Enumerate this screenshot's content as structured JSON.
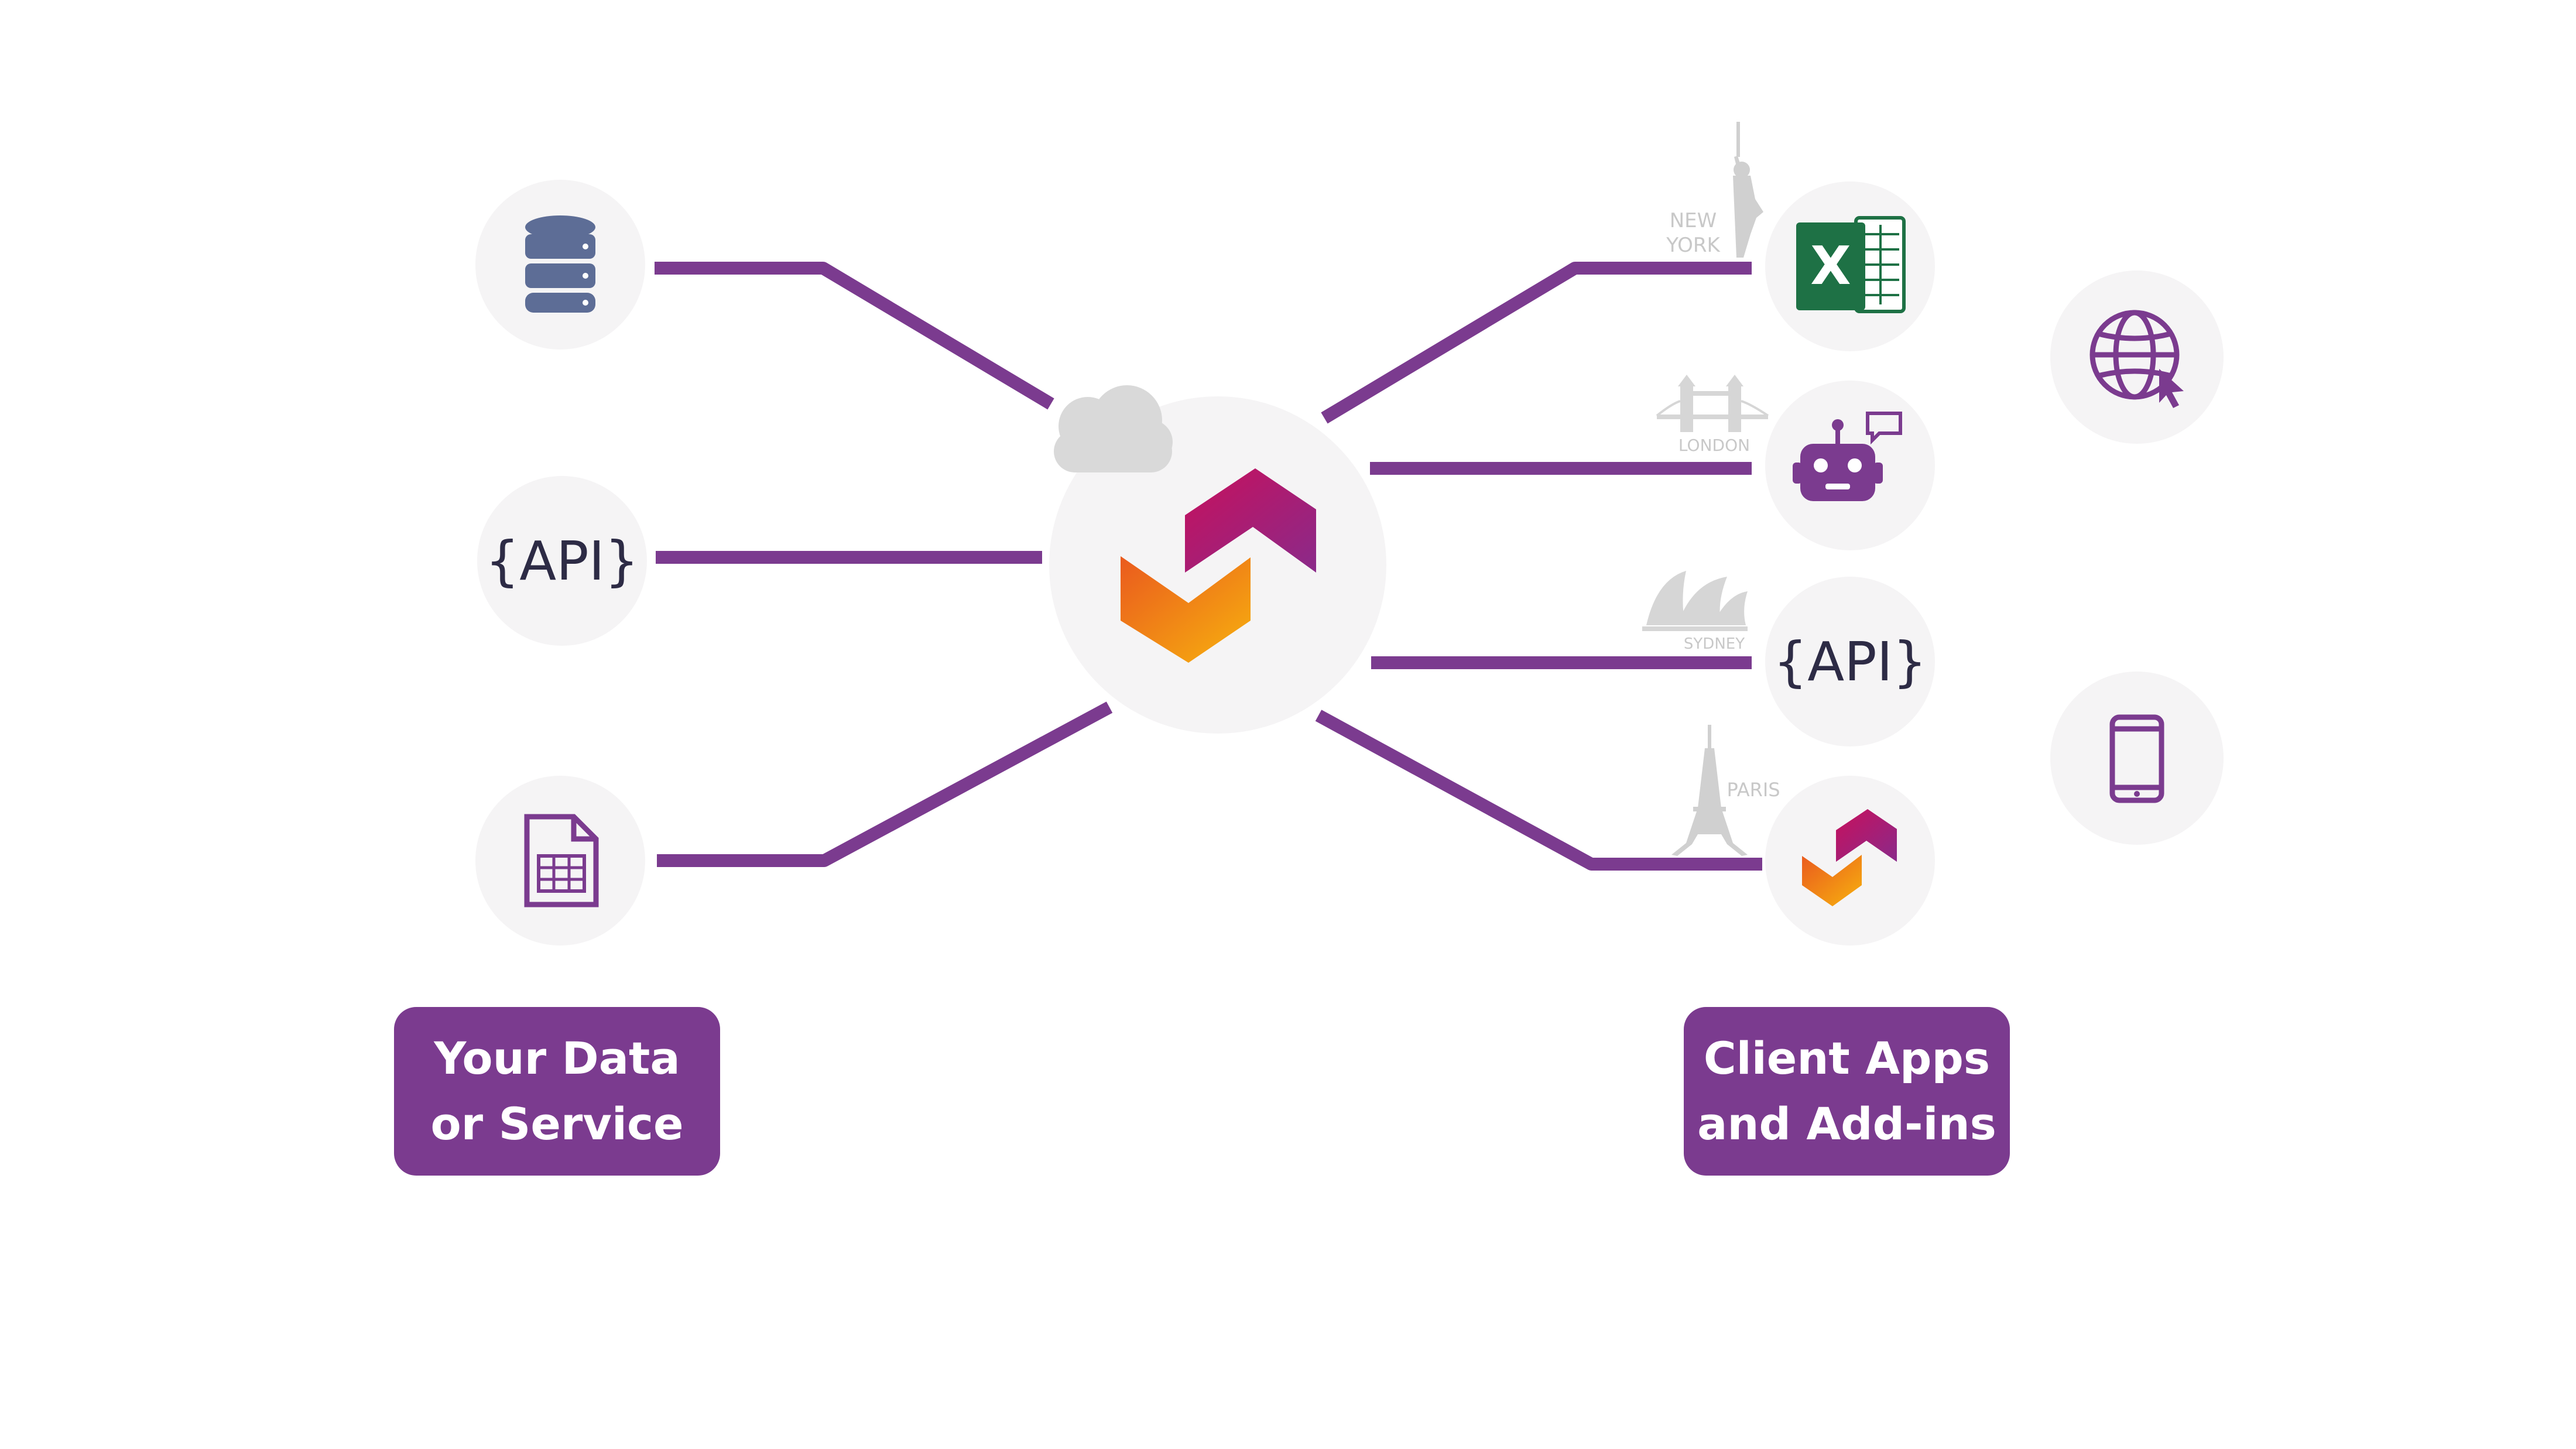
{
  "colors": {
    "accent_purple": "#7b3b8f",
    "node_bg": "#f5f4f5",
    "db_blue": "#5d6d96",
    "excel_green": "#1e7145",
    "city_gray": "#c8c8c8",
    "logo_magenta": "#c8105c",
    "logo_orange": "#f39218"
  },
  "sources": [
    {
      "icon": "database-icon"
    },
    {
      "icon": "api-text-icon",
      "text": "{API}"
    },
    {
      "icon": "spreadsheet-file-icon"
    }
  ],
  "hub": {
    "icons": [
      "cloud-icon",
      "hub-logo-icon"
    ]
  },
  "clients": [
    {
      "icon": "excel-icon",
      "city": [
        "NEW",
        "YORK"
      ],
      "landmark": "statue-of-liberty-icon"
    },
    {
      "icon": "robot-chat-icon",
      "city": [
        "LONDON"
      ],
      "landmark": "tower-bridge-icon"
    },
    {
      "icon": "api-text-icon",
      "text": "{API}",
      "city": [
        "SYDNEY"
      ],
      "landmark": "opera-house-icon"
    },
    {
      "icon": "app-logo-icon",
      "city": [
        "PARIS"
      ],
      "landmark": "eiffel-tower-icon"
    }
  ],
  "extras": [
    {
      "icon": "globe-cursor-icon"
    },
    {
      "icon": "smartphone-icon"
    }
  ],
  "labels": {
    "left_line1": "Your Data",
    "left_line2": "or Service",
    "right_line1": "Client Apps",
    "right_line2": "and Add-ins"
  }
}
